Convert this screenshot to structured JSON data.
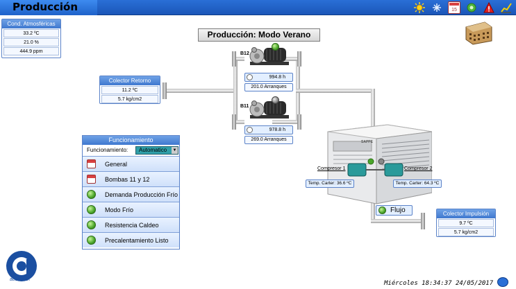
{
  "header": {
    "title": "Producción",
    "icons": [
      "sun-icon",
      "snowflake-icon",
      "calendar-icon",
      "gear-icon",
      "alarm-icon",
      "chart-icon"
    ]
  },
  "atmos": {
    "title": "Cond. Atmosféricas",
    "values": [
      "33.2 ºC",
      "21.0 %",
      "444.9 ppm"
    ]
  },
  "main_title": "Producción: Modo Verano",
  "pump_b12": {
    "label": "B12",
    "hours": "994.8 h",
    "starts": "201.0 Arranques"
  },
  "pump_b11": {
    "label": "B11",
    "hours": "978.8 h",
    "starts": "269.0 Arranques"
  },
  "colector_retorno": {
    "title": "Colector Retorno",
    "values": [
      "11.2 ºC",
      "5.7 kg/cm2"
    ]
  },
  "colector_impulsion": {
    "title": "Colector Impulsión",
    "values": [
      "9.7 ºC",
      "5.7 kg/cm2"
    ]
  },
  "funcionamiento": {
    "title": "Funcionamiento",
    "mode_label": "Funcionamiento:",
    "mode_value": "Automatico",
    "items": [
      {
        "label": "General",
        "icon": "calendar-icon"
      },
      {
        "label": "Bombas 11 y 12",
        "icon": "calendar-icon"
      },
      {
        "label": "Demanda Producción Frío",
        "icon": "status-led-icon"
      },
      {
        "label": "Modo Frío",
        "icon": "status-led-icon"
      },
      {
        "label": "Resistencia Caldeo",
        "icon": "status-led-icon"
      },
      {
        "label": "Precalentamiento Listo",
        "icon": "status-led-icon"
      }
    ]
  },
  "compressor1": {
    "label": "Compresor 1",
    "temp": "Temp. Carter: 36.6 ºC"
  },
  "compressor2": {
    "label": "Compresor 2",
    "temp": "Temp. Carter: 64.3 ºC"
  },
  "chiller_brand": "SAPPE",
  "flujo": "Flujo",
  "footer_datetime": "Miércoles  18:34:37 24/05/2017",
  "logo_text": "acoeman",
  "colors": {
    "header": "#1b56b8",
    "panel_title": "#3f78cf",
    "mode_select": "#2f9fa8",
    "led_green": "#4aa62a"
  }
}
